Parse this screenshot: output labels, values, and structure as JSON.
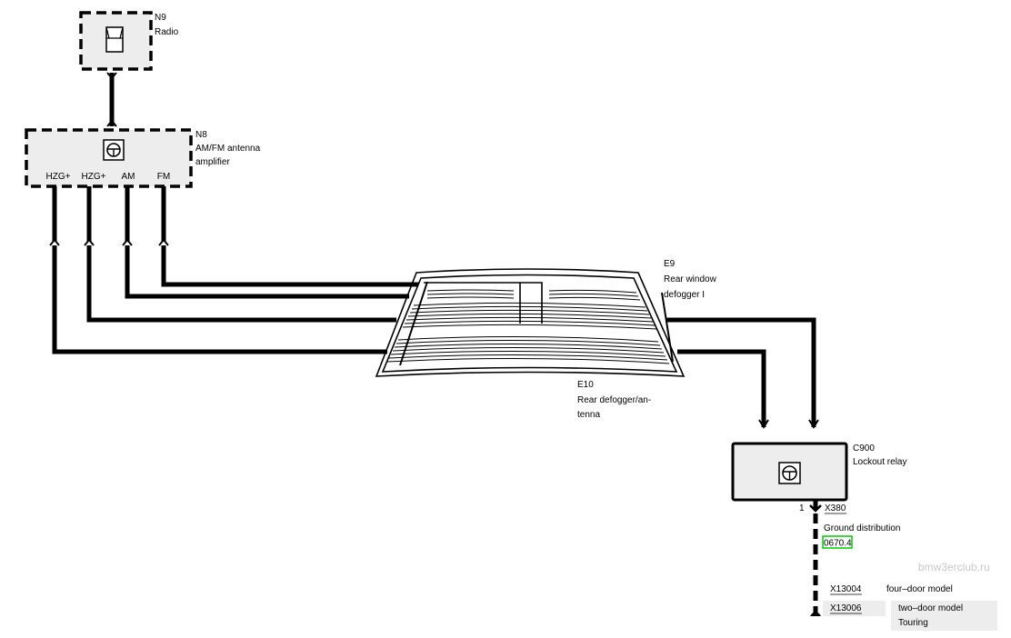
{
  "components": {
    "radio": {
      "id": "N9",
      "name": "Radio"
    },
    "amplifier": {
      "id": "N8",
      "name_line1": "AM/FM antenna",
      "name_line2": "amplifier",
      "pins": [
        "HZG+",
        "HZG+",
        "AM",
        "FM"
      ]
    },
    "rear_window_defogger": {
      "id": "E9",
      "name_line1": "Rear window",
      "name_line2": "defogger I"
    },
    "rear_defogger_antenna": {
      "id": "E10",
      "name_line1": "Rear defogger/an-",
      "name_line2": "tenna"
    },
    "lockout_relay": {
      "id": "C900",
      "name": "Lockout relay"
    }
  },
  "ground": {
    "pin": "1",
    "connector": "X380",
    "label": "Ground distribution",
    "link": "0670.4",
    "link_color": "#00cc00",
    "variants": [
      {
        "connector": "X13004",
        "model": "four–door model"
      },
      {
        "connector": "X13006",
        "model_line1": "two–door model",
        "model_line2": "Touring"
      }
    ]
  },
  "watermark": "bmw3erclub.ru"
}
